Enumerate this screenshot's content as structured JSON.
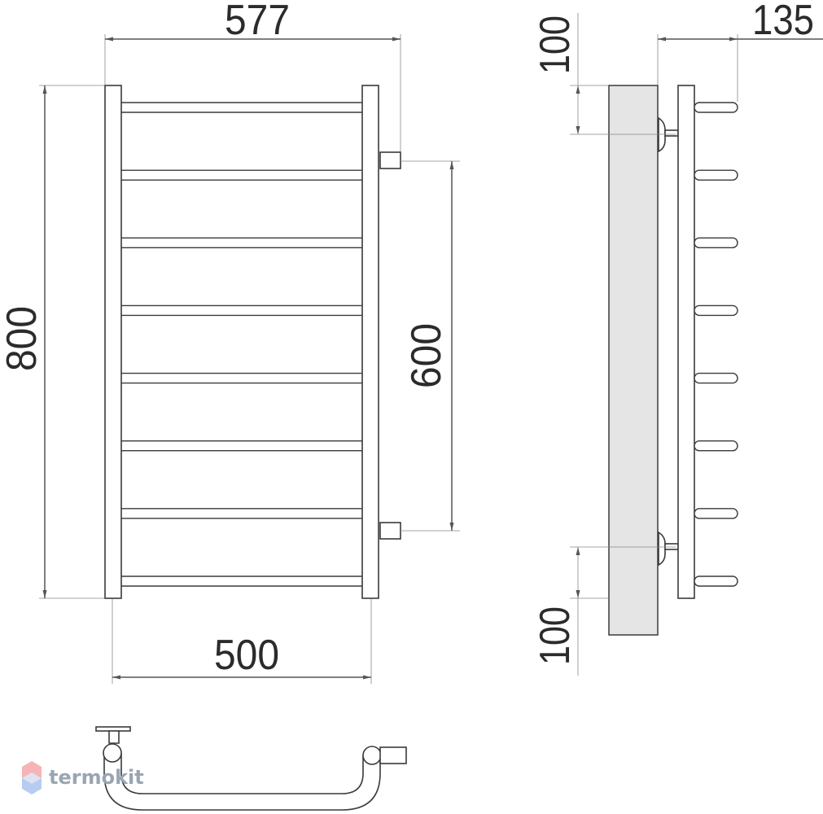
{
  "drawing": {
    "front_view": {
      "rail_count": 8,
      "overall_width_label": "577",
      "overall_height_label": "800",
      "connection_distance_label": "600",
      "inner_width_label": "500"
    },
    "side_view": {
      "depth_label": "135",
      "top_offset_label": "100",
      "bottom_offset_label": "100",
      "rail_count": 8
    },
    "colors": {
      "line": "#3a3a3a",
      "dimension": "#2b2b2b",
      "wall": "#e5e5e5"
    }
  },
  "watermark": {
    "brand": "termokit",
    "colors": {
      "red": "#f4a7a7",
      "blue": "#a9c3ee",
      "text": "#9aa5b3"
    }
  }
}
